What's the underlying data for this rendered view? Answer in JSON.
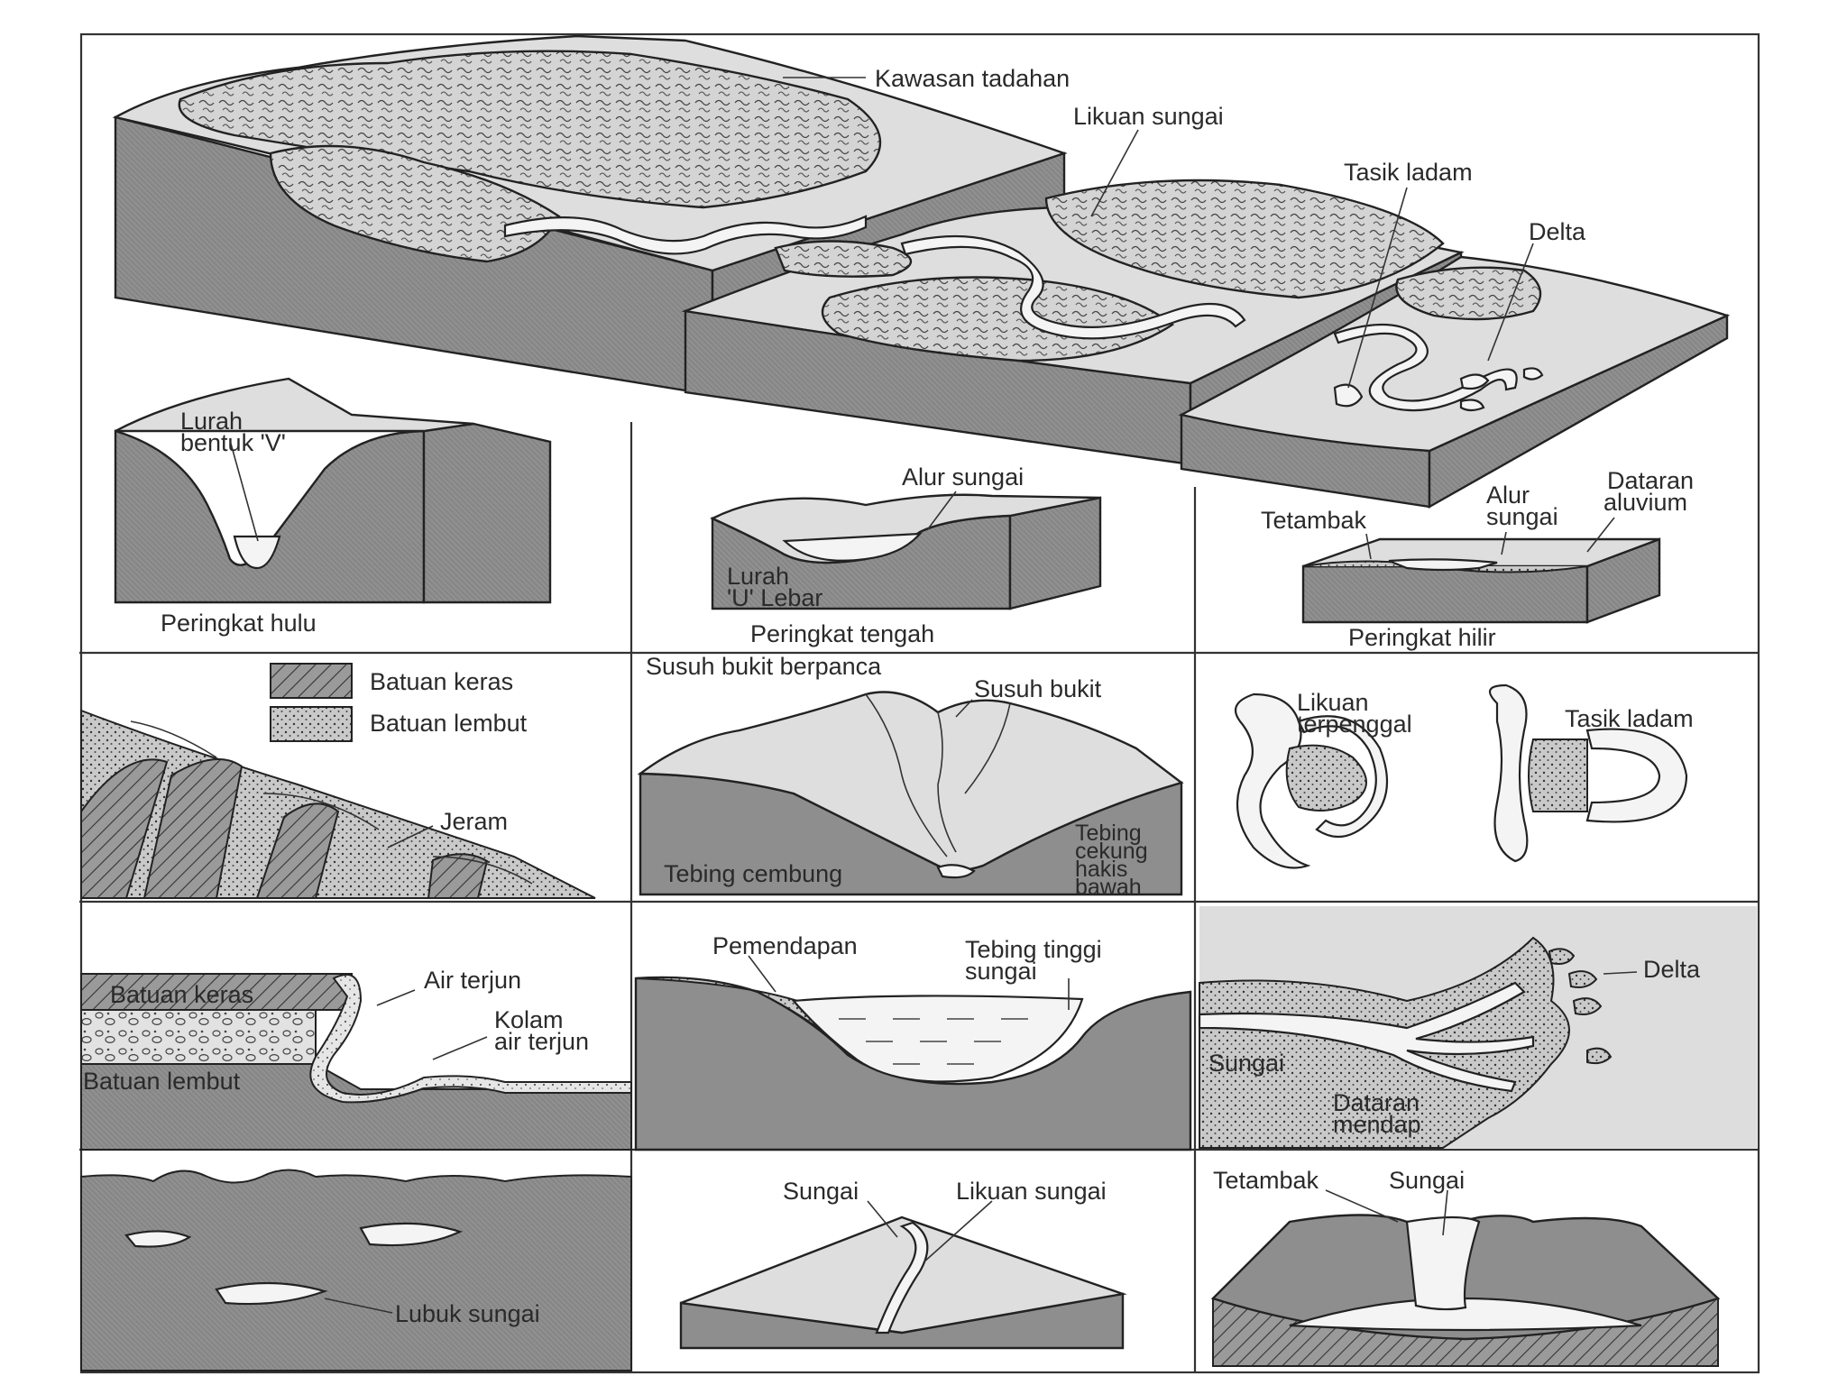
{
  "labels": {
    "kawasan_tadahan": "Kawasan tadahan",
    "likuan_sungai_top": "Likuan sungai",
    "tasik_ladam_top": "Tasik ladam",
    "delta_top": "Delta",
    "lurah_v_1": "Lurah",
    "lurah_v_2": "bentuk 'V'",
    "peringkat_hulu": "Peringkat hulu",
    "alur_sungai_mid": "Alur sungai",
    "lurah_u_1": "Lurah",
    "lurah_u_2": "'U' Lebar",
    "peringkat_tengah": "Peringkat tengah",
    "tetambak": "Tetambak",
    "alur_sungai_low_1": "Alur",
    "alur_sungai_low_2": "sungai",
    "dataran_aluvium_1": "Dataran",
    "dataran_aluvium_2": "aluvium",
    "peringkat_hilir": "Peringkat hilir",
    "legend_keras": "Batuan keras",
    "legend_lembut": "Batuan lembut",
    "jeram": "Jeram",
    "susuh_bukit_berpanca": "Susuh bukit berpanca",
    "susuh_bukit": "Susuh bukit",
    "tebing_cembung": "Tebing cembung",
    "tebing_cekung_1": "Tebing",
    "tebing_cekung_2": "cekung",
    "tebing_cekung_3": "hakis",
    "tebing_cekung_4": "bawah",
    "likuan_terpenggal_1": "Likuan",
    "likuan_terpenggal_2": "terpenggal",
    "tasik_ladam_small": "Tasik ladam",
    "air_terjun": "Air terjun",
    "batuan_keras_fall": "Batuan keras",
    "kolam_1": "Kolam",
    "kolam_2": "air terjun",
    "batuan_lembut_fall": "Batuan lembut",
    "pemendapan": "Pemendapan",
    "tebing_tinggi_1": "Tebing tinggi",
    "tebing_tinggi_2": "sungai",
    "delta_small": "Delta",
    "sungai_delta": "Sungai",
    "dataran_mendap_1": "Dataran",
    "dataran_mendap_2": "mendap",
    "lubuk_sungai": "Lubuk sungai",
    "sungai_meander": "Sungai",
    "likuan_sungai_small": "Likuan sungai",
    "tetambak_small": "Tetambak",
    "sungai_levee": "Sungai"
  },
  "colors": {
    "line": "#222222",
    "shade": "#8e8e8e",
    "light": "#dedede",
    "water": "#f4f4f4"
  }
}
